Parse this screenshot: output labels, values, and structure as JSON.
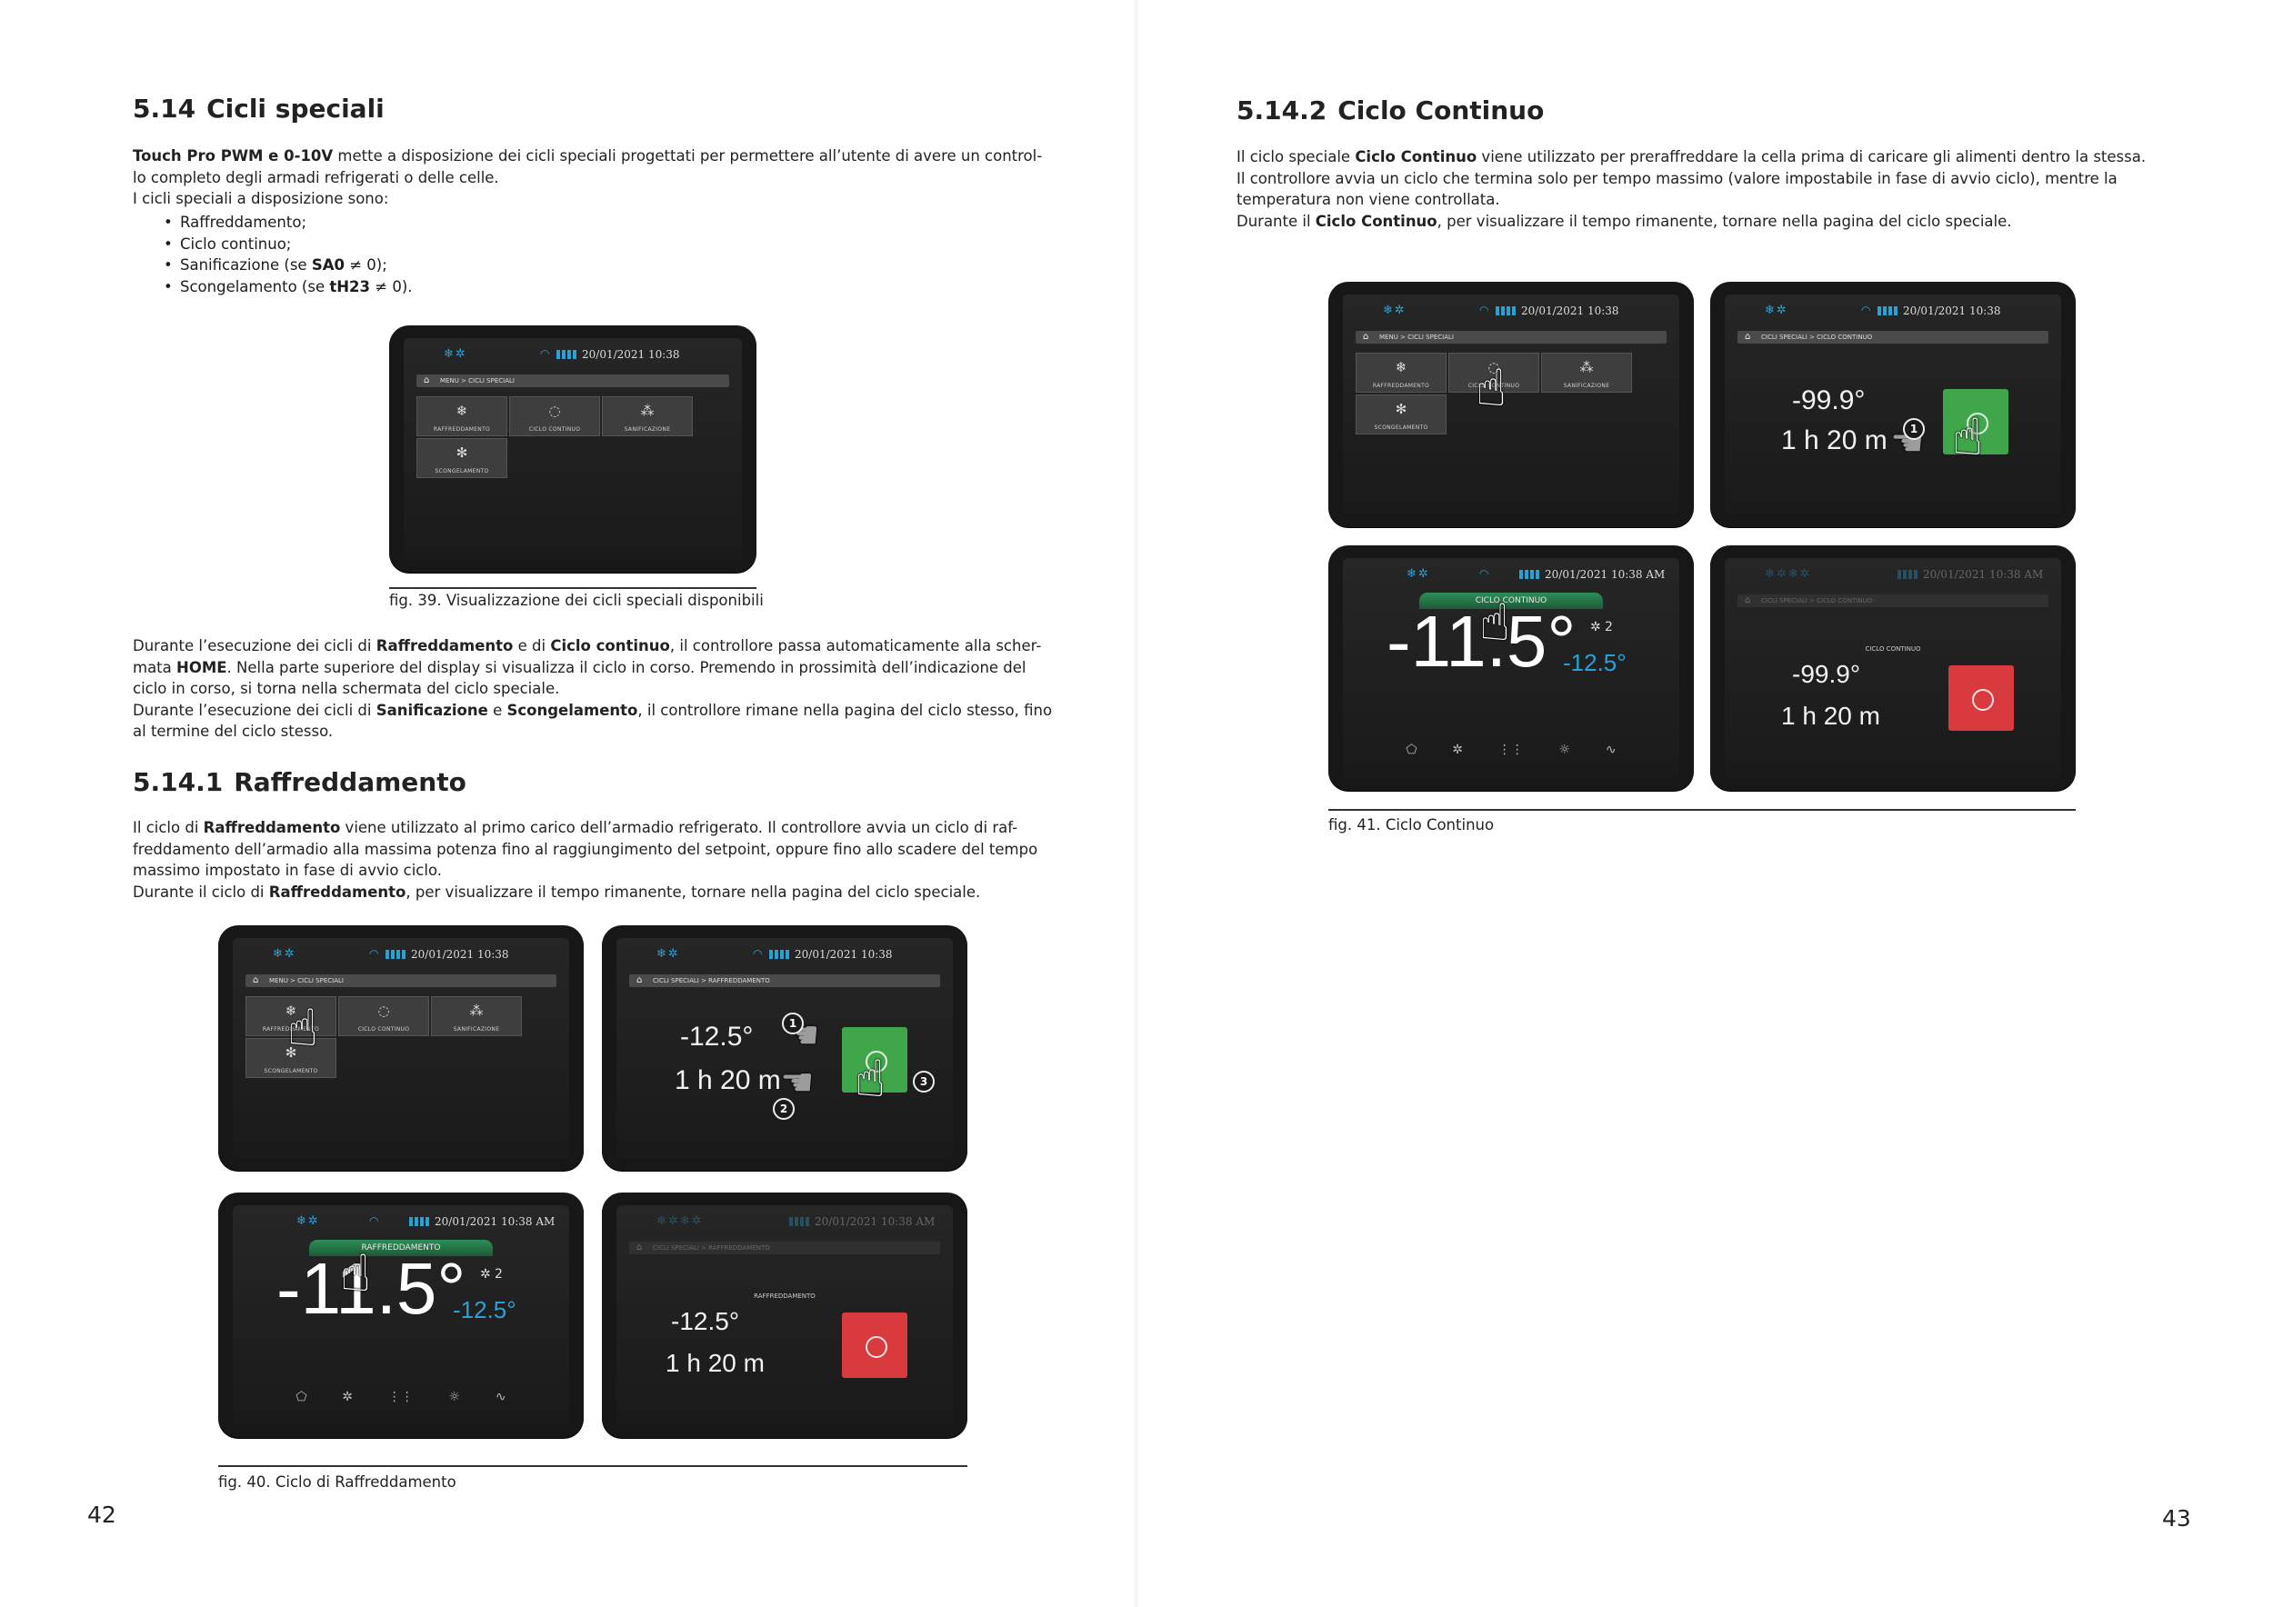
{
  "left": {
    "page_number": "42",
    "section_5_14": {
      "number": "5.14",
      "title": "Cicli speciali",
      "intro_bold": "Touch Pro PWM e 0-10V",
      "intro_line1": " mette a disposizione dei cicli speciali progettati per permettere all’utente di avere un control-",
      "intro_line2": "lo completo degli armadi refrigerati o delle celle.",
      "intro_line3": "I cicli speciali a disposizione sono:",
      "bullets": [
        {
          "text": "Raffreddamento;"
        },
        {
          "text": "Ciclo continuo;"
        },
        {
          "pre": "Sanificazione (se ",
          "bold": "SA0",
          "post": " ≠ 0);"
        },
        {
          "pre": "Scongelamento (se ",
          "bold": "tH23",
          "post": " ≠ 0)."
        }
      ]
    },
    "fig39": {
      "caption": "fig. 39. Visualizzazione dei cicli speciali disponibili"
    },
    "during_para": {
      "l1a": "Durante l’esecuzione dei cicli di ",
      "l1b": "Raffreddamento",
      "l1c": " e di ",
      "l1d": "Ciclo continuo",
      "l1e": ", il controllore passa automaticamente alla scher-",
      "l2a": "mata ",
      "l2b": "HOME",
      "l2c": ". Nella parte superiore del display si visualizza il ciclo in corso. Premendo in prossimità dell’indicazione del",
      "l3": "ciclo in corso, si torna nella schermata del ciclo speciale.",
      "l4a": "Durante l’esecuzione dei cicli di ",
      "l4b": "Sanificazione",
      "l4c": " e ",
      "l4d": "Scongelamento",
      "l4e": ", il controllore rimane nella pagina del ciclo stesso, fino",
      "l5": "al termine del ciclo stesso."
    },
    "section_5_14_1": {
      "number": "5.14.1",
      "title": "Raffreddamento",
      "l1a": "Il ciclo di ",
      "l1b": "Raffreddamento",
      "l1c": " viene utilizzato al primo carico dell’armadio refrigerato. Il controllore avvia un ciclo di raf-",
      "l2": "freddamento dell’armadio alla massima potenza fino al raggiungimento del setpoint, oppure fino allo scadere del tempo",
      "l3": "massimo impostato in fase di avvio ciclo.",
      "l4a": "Durante il ciclo di ",
      "l4b": "Raffreddamento",
      "l4c": ", per visualizzare il tempo rimanente, tornare nella pagina del ciclo speciale."
    },
    "fig40": {
      "caption": "fig. 40. Ciclo di Raffreddamento",
      "timer_temp": "-12.5°",
      "timer_time": "1 h 20 m",
      "cycle_label": "RAFFREDDAMENTO",
      "big_temp": "-11.5°",
      "set_temp": "-12.5°",
      "badge1": "1",
      "badge2": "2",
      "badge3": "3"
    }
  },
  "right": {
    "page_number": "43",
    "section_5_14_2": {
      "number": "5.14.2",
      "title": "Ciclo Continuo",
      "l1a": "Il ciclo speciale ",
      "l1b": "Ciclo Continuo",
      "l1c": " viene utilizzato per preraffreddare la cella prima di caricare gli alimenti dentro la stessa.",
      "l2": "Il controllore avvia un ciclo che termina solo per tempo massimo (valore impostabile in fase di avvio ciclo), mentre la",
      "l3": "temperatura non viene controllata.",
      "l4a": "Durante il ",
      "l4b": "Ciclo Continuo",
      "l4c": ", per visualizzare il tempo rimanente, tornare nella pagina del ciclo speciale."
    },
    "fig41": {
      "caption": "fig. 41. Ciclo Continuo",
      "timer_temp": "-99.9°",
      "timer_time": "1 h 20 m",
      "cycle_label": "CICLO CONTINUO",
      "big_temp": "-11.5°",
      "set_temp": "-12.5°",
      "badge1": "1"
    }
  },
  "device": {
    "date": "20/01/2021 10:38",
    "date_am": "20/01/2021 10:38 AM",
    "crumb_menu": "MENU  >  CICLI SPECIALI",
    "crumb_raff": "CICLI SPECIALI  >  RAFFREDDAMENTO",
    "crumb_cont": "CICLI SPECIALI  >  CICLO CONTINUO",
    "tiles": {
      "raffreddamento": "RAFFREDDAMENTO",
      "ciclo_continuo": "CICLO CONTINUO",
      "sanificazione": "SANIFICAZIONE",
      "scongelamento": "SCONGELAMENTO"
    },
    "fan_count": "2"
  }
}
